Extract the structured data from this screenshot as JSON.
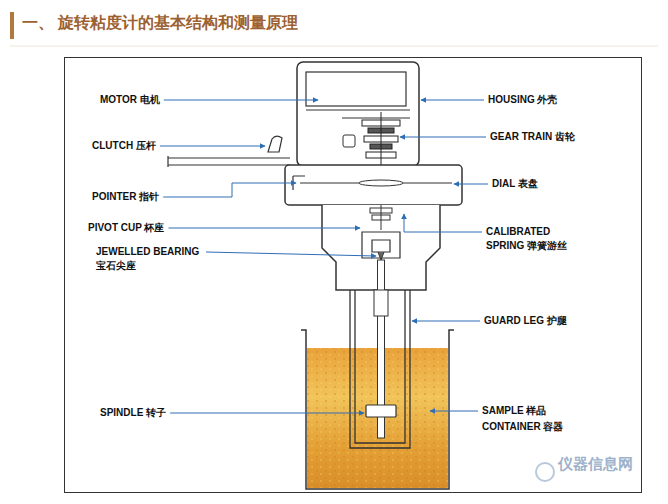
{
  "diagram": {
    "title": "一、 旋转粘度计的基本结构和测量原理",
    "labels": [
      "MOTOR 电机",
      "HOUSING 外壳",
      "CLUTCH 压杆",
      "GEAR TRAIN 齿轮",
      "POINTER 指针",
      "DIAL 表盘",
      "PIVOT CUP 杯座",
      "CALIBRATED SPRING 弹簧游丝",
      "JEWELLED BEARING 宝石尖座",
      "GUARD LEG 护腿",
      "SPINDLE 转子",
      "SAMPLE 样品",
      "CONTAINER 容器",
      "仪器信息网"
    ]
  }
}
